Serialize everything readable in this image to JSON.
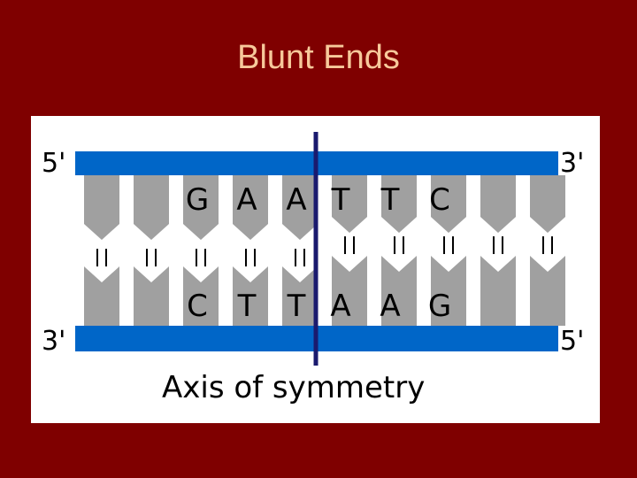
{
  "title": "Blunt Ends",
  "diagram": {
    "top_strand": {
      "left_label": "5'",
      "right_label": "3'",
      "bases": [
        "G",
        "A",
        "A",
        "T",
        "T",
        "C"
      ]
    },
    "bottom_strand": {
      "left_label": "3'",
      "right_label": "5'",
      "bases": [
        "C",
        "T",
        "T",
        "A",
        "A",
        "G"
      ]
    },
    "axis_label": "Axis of symmetry",
    "colors": {
      "background": "#7f0000",
      "title": "#f7c99b",
      "backbone": "#0066c8",
      "base": "#a0a0a0",
      "axis": "#1a1a6e",
      "text": "#000000"
    }
  }
}
